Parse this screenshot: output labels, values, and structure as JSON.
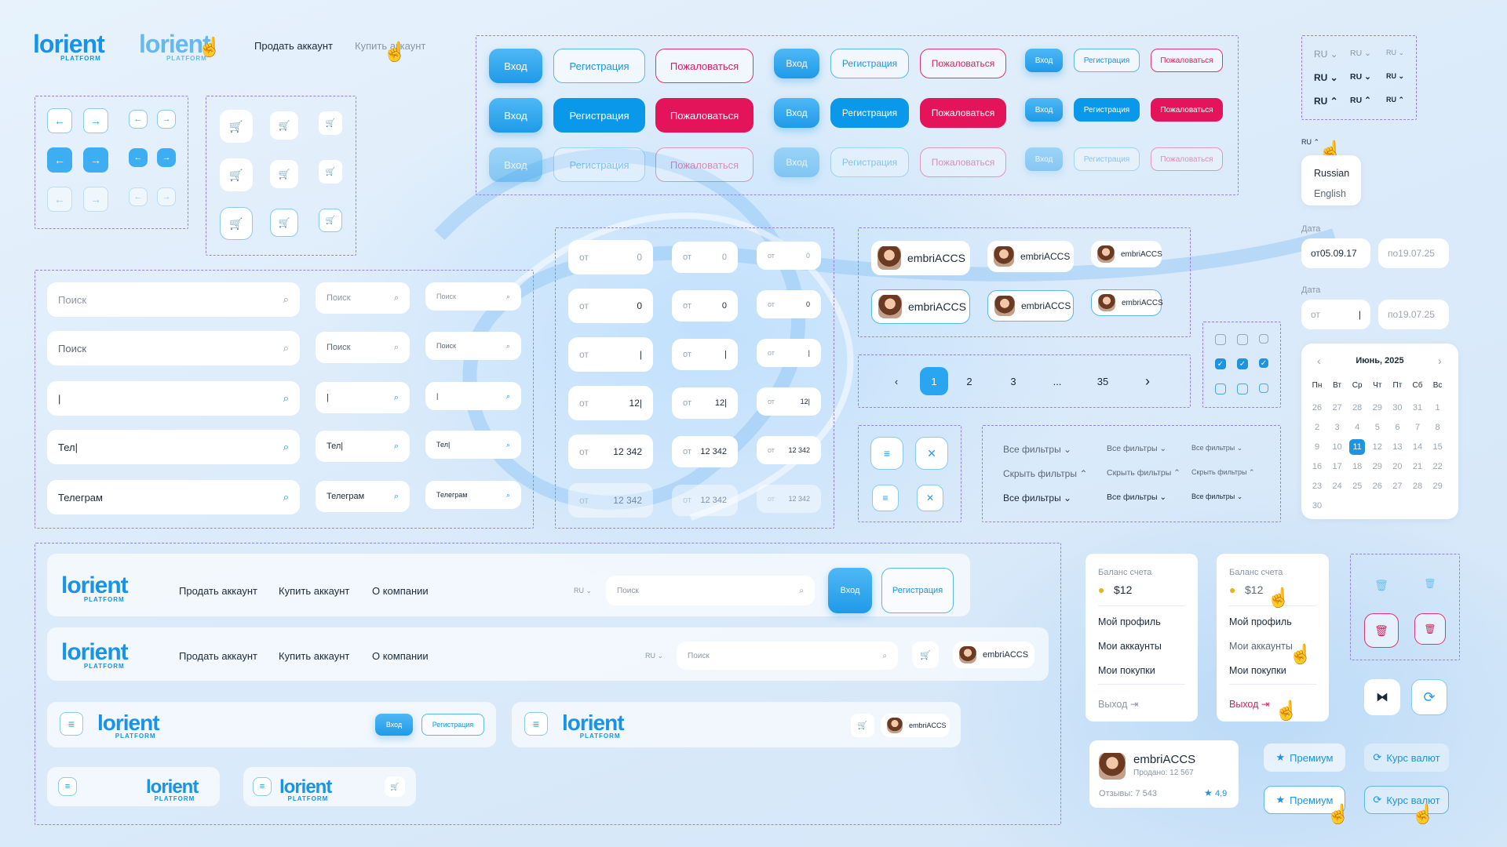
{
  "brand": {
    "logo": "lorient",
    "sub": "PLATFORM"
  },
  "nav": {
    "sell": "Продать аккаунт",
    "buy": "Купить аккаунт",
    "about": "О компании"
  },
  "buttons": {
    "login": "Вход",
    "register": "Регистрация",
    "complain": "Пожаловаться"
  },
  "search": {
    "placeholder": "Поиск",
    "typing": "|",
    "partial": "Тел|",
    "full": "Телеграм"
  },
  "num": {
    "prefix": "от",
    "zero": "0",
    "caret": "|",
    "typing": "12|",
    "full": "12 342"
  },
  "user": {
    "name": "embriACCS",
    "sold": "Продано: 12 567",
    "reviews": "Отзывы: 7 543",
    "rating": "4,9"
  },
  "pagination": {
    "p1": "1",
    "p2": "2",
    "p3": "3",
    "ellipsis": "...",
    "last": "35"
  },
  "filters": {
    "all": "Все фильтры",
    "hide": "Скрыть фильтры"
  },
  "lang": {
    "code": "RU",
    "opt1": "Russian",
    "opt2": "English"
  },
  "date": {
    "label": "Дата",
    "from_value": "от05.09.17",
    "to_value": "по19.07.25",
    "from_prefix": "от",
    "to_value2": "по19.07.25"
  },
  "calendar": {
    "title": "Июнь, 2025",
    "days": [
      "Пн",
      "Вт",
      "Ср",
      "Чт",
      "Пт",
      "Сб",
      "Вс"
    ],
    "rows": [
      [
        "26",
        "27",
        "28",
        "29",
        "30",
        "31",
        "1"
      ],
      [
        "2",
        "3",
        "4",
        "5",
        "6",
        "7",
        "8"
      ],
      [
        "9",
        "10",
        "11",
        "12",
        "13",
        "14",
        "15"
      ],
      [
        "16",
        "17",
        "18",
        "29",
        "20",
        "21",
        "22"
      ],
      [
        "23",
        "24",
        "25",
        "26",
        "27",
        "28",
        "29"
      ],
      [
        "30"
      ]
    ],
    "selected": "11"
  },
  "balance": {
    "label": "Баланс счета",
    "amount": "$12",
    "profile": "Мой профиль",
    "accounts": "Мои аккаунты",
    "purchases": "Мои покупки",
    "logout": "Выход"
  },
  "pills": {
    "premium": "Премиум",
    "rates": "Курс валют"
  },
  "colors": {
    "accent": "#1e93e0",
    "danger": "#e3145a"
  }
}
